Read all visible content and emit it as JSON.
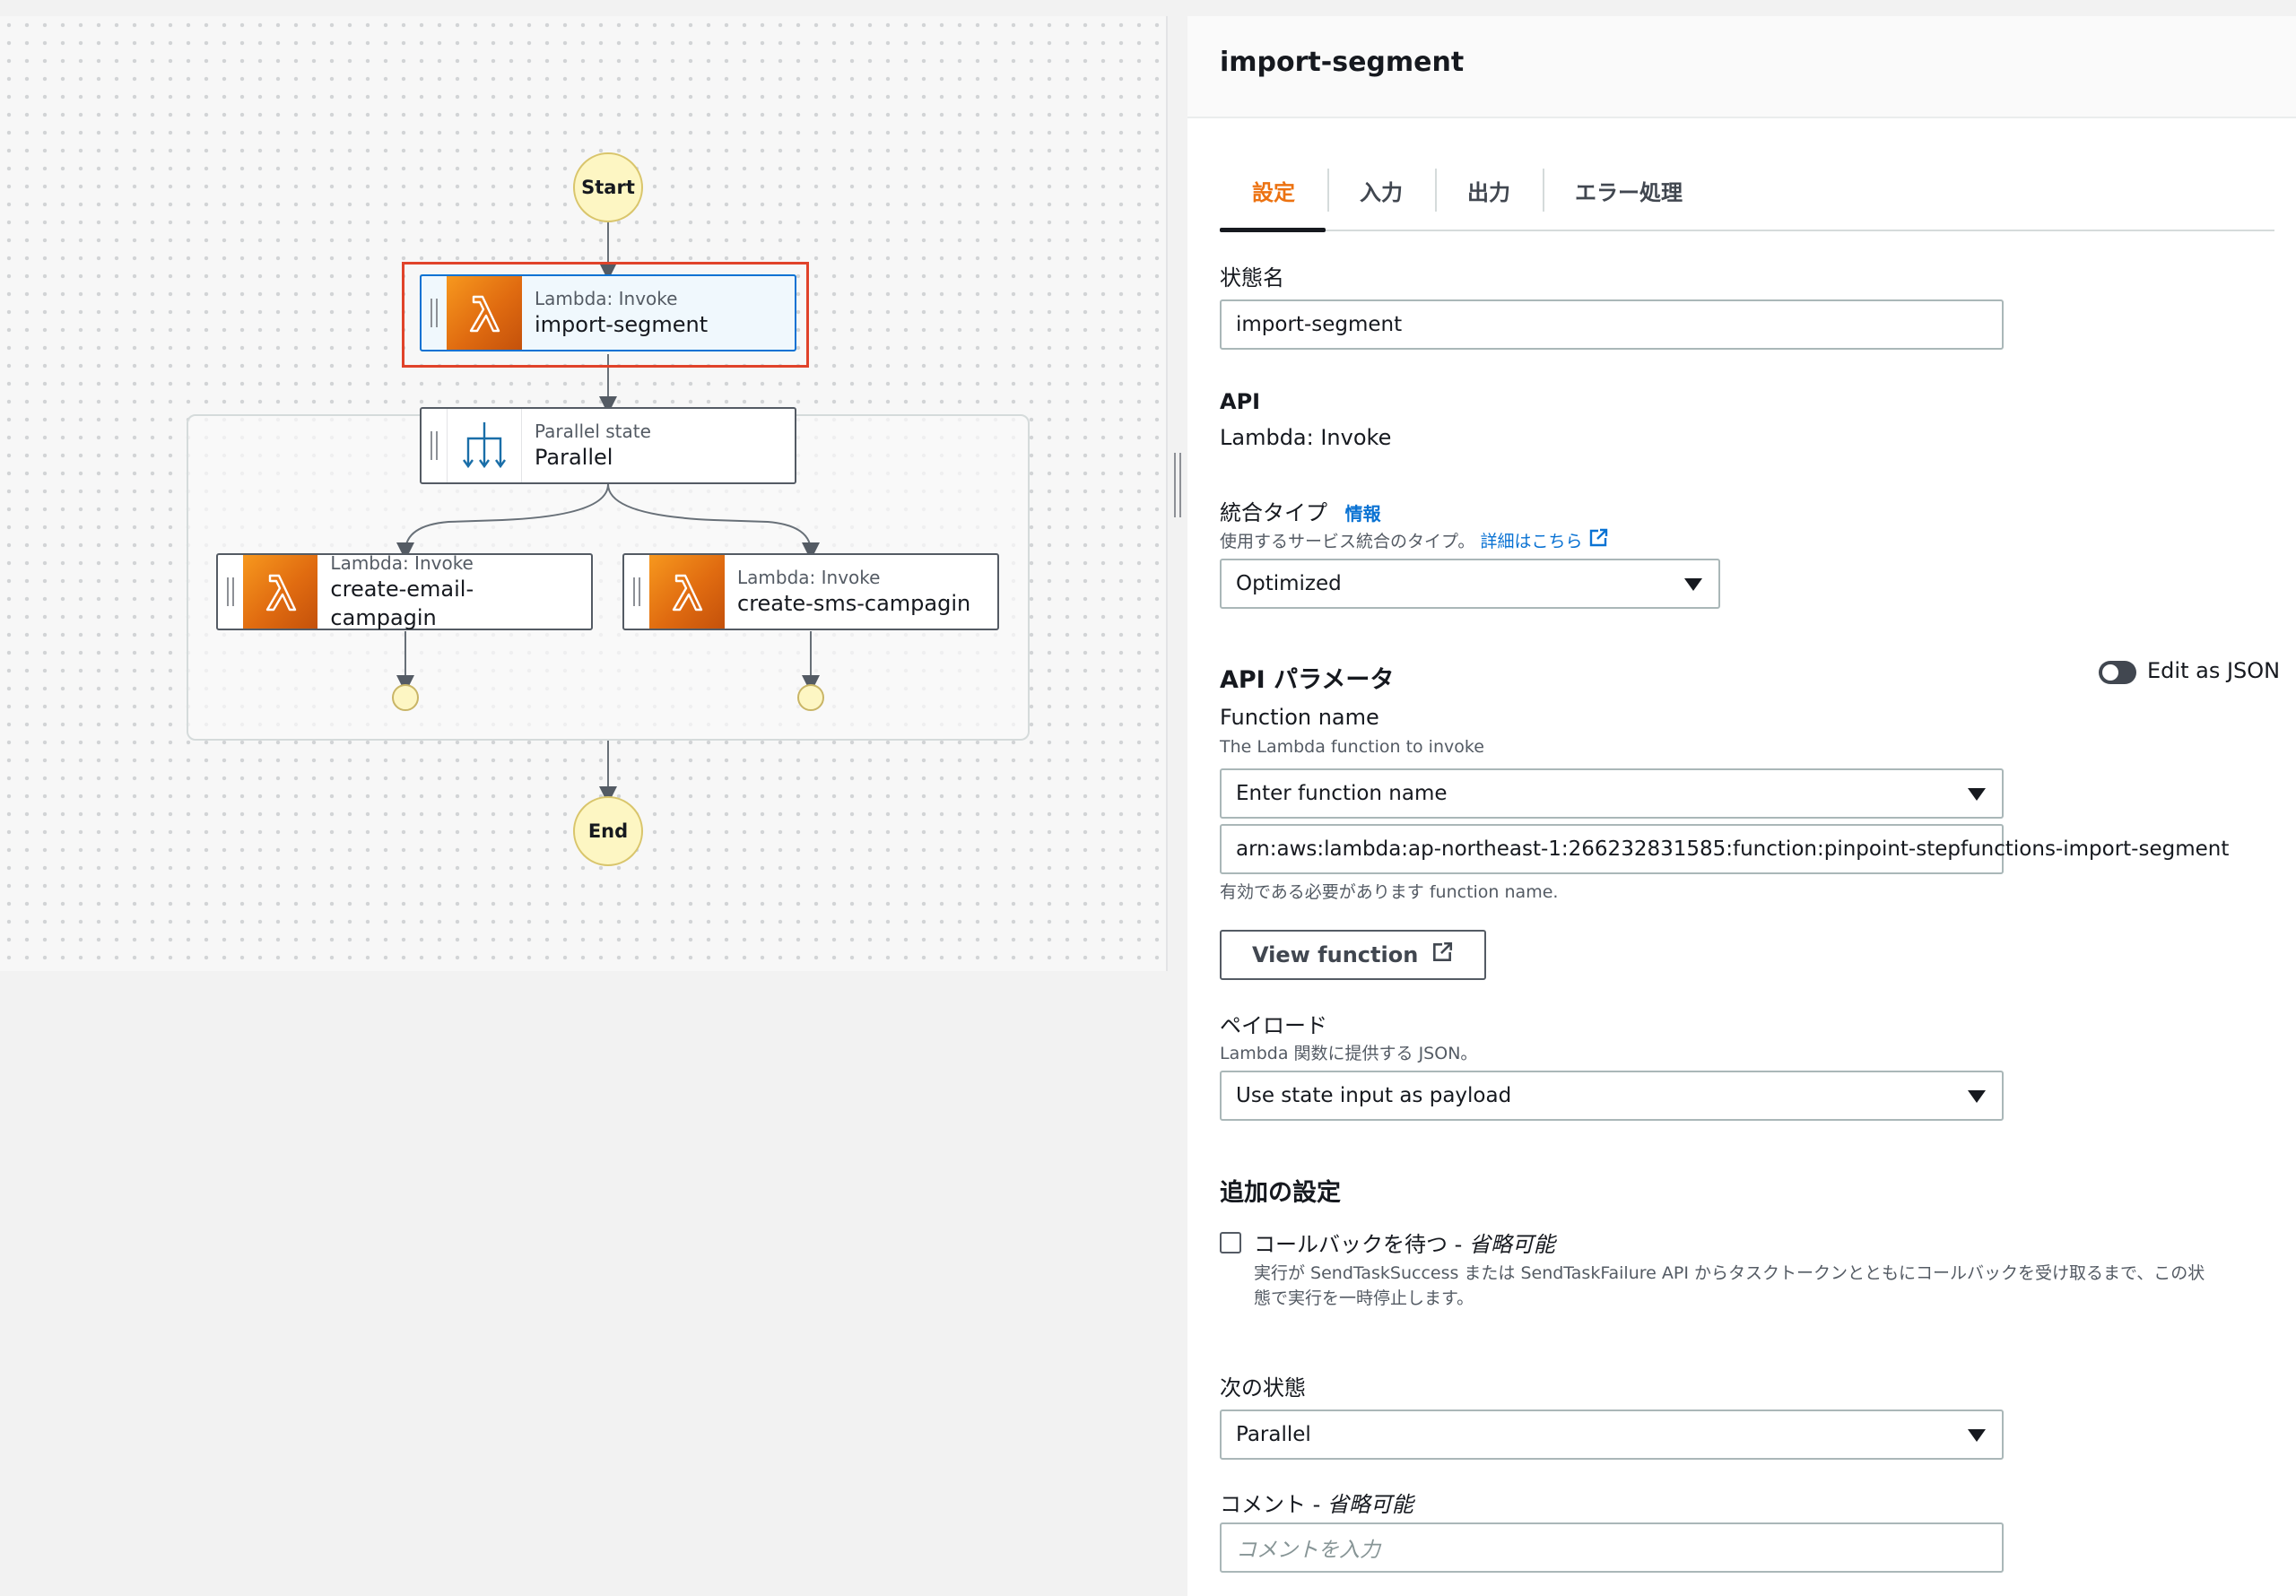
{
  "workflow": {
    "start_label": "Start",
    "end_label": "End",
    "nodes": [
      {
        "type": "Lambda: Invoke",
        "name": "import-segment",
        "selected": true
      },
      {
        "type": "Parallel state",
        "name": "Parallel"
      },
      {
        "type": "Lambda: Invoke",
        "name": "create-email-campagin"
      },
      {
        "type": "Lambda: Invoke",
        "name": "create-sms-campagin"
      }
    ]
  },
  "panel": {
    "title": "import-segment",
    "tabs": [
      "設定",
      "入力",
      "出力",
      "エラー処理"
    ],
    "active_tab": 0,
    "state_name": {
      "label": "状態名",
      "value": "import-segment"
    },
    "api": {
      "label": "API",
      "value": "Lambda: Invoke"
    },
    "integration": {
      "label": "統合タイプ",
      "info_link": "情報",
      "description": "使用するサービス統合のタイプ。",
      "details_link": "詳細はこちら",
      "value": "Optimized"
    },
    "api_params": {
      "heading": "API パラメータ",
      "edit_json_label": "Edit as JSON",
      "function_name_label": "Function name",
      "function_name_desc": "The Lambda function to invoke",
      "function_select": "Enter function name",
      "function_arn": "arn:aws:lambda:ap-northeast-1:266232831585:function:pinpoint-stepfunctions-import-segment",
      "validation": "有効である必要があります function name.",
      "view_function_button": "View function"
    },
    "payload": {
      "label": "ペイロード",
      "description": "Lambda 関数に提供する JSON。",
      "value": "Use state input as payload"
    },
    "additional": {
      "heading": "追加の設定",
      "callback_label": "コールバックを待つ - ",
      "callback_optional": "省略可能",
      "callback_desc_1": "実行が SendTaskSuccess または SendTaskFailure API からタスクトークンとともにコールバックを受け取るまで、この状",
      "callback_desc_2": "態で実行を一時停止します。"
    },
    "next_state": {
      "label": "次の状態",
      "value": "Parallel"
    },
    "comment": {
      "label": "コメント - ",
      "optional": "省略可能",
      "placeholder": "コメントを入力"
    }
  }
}
